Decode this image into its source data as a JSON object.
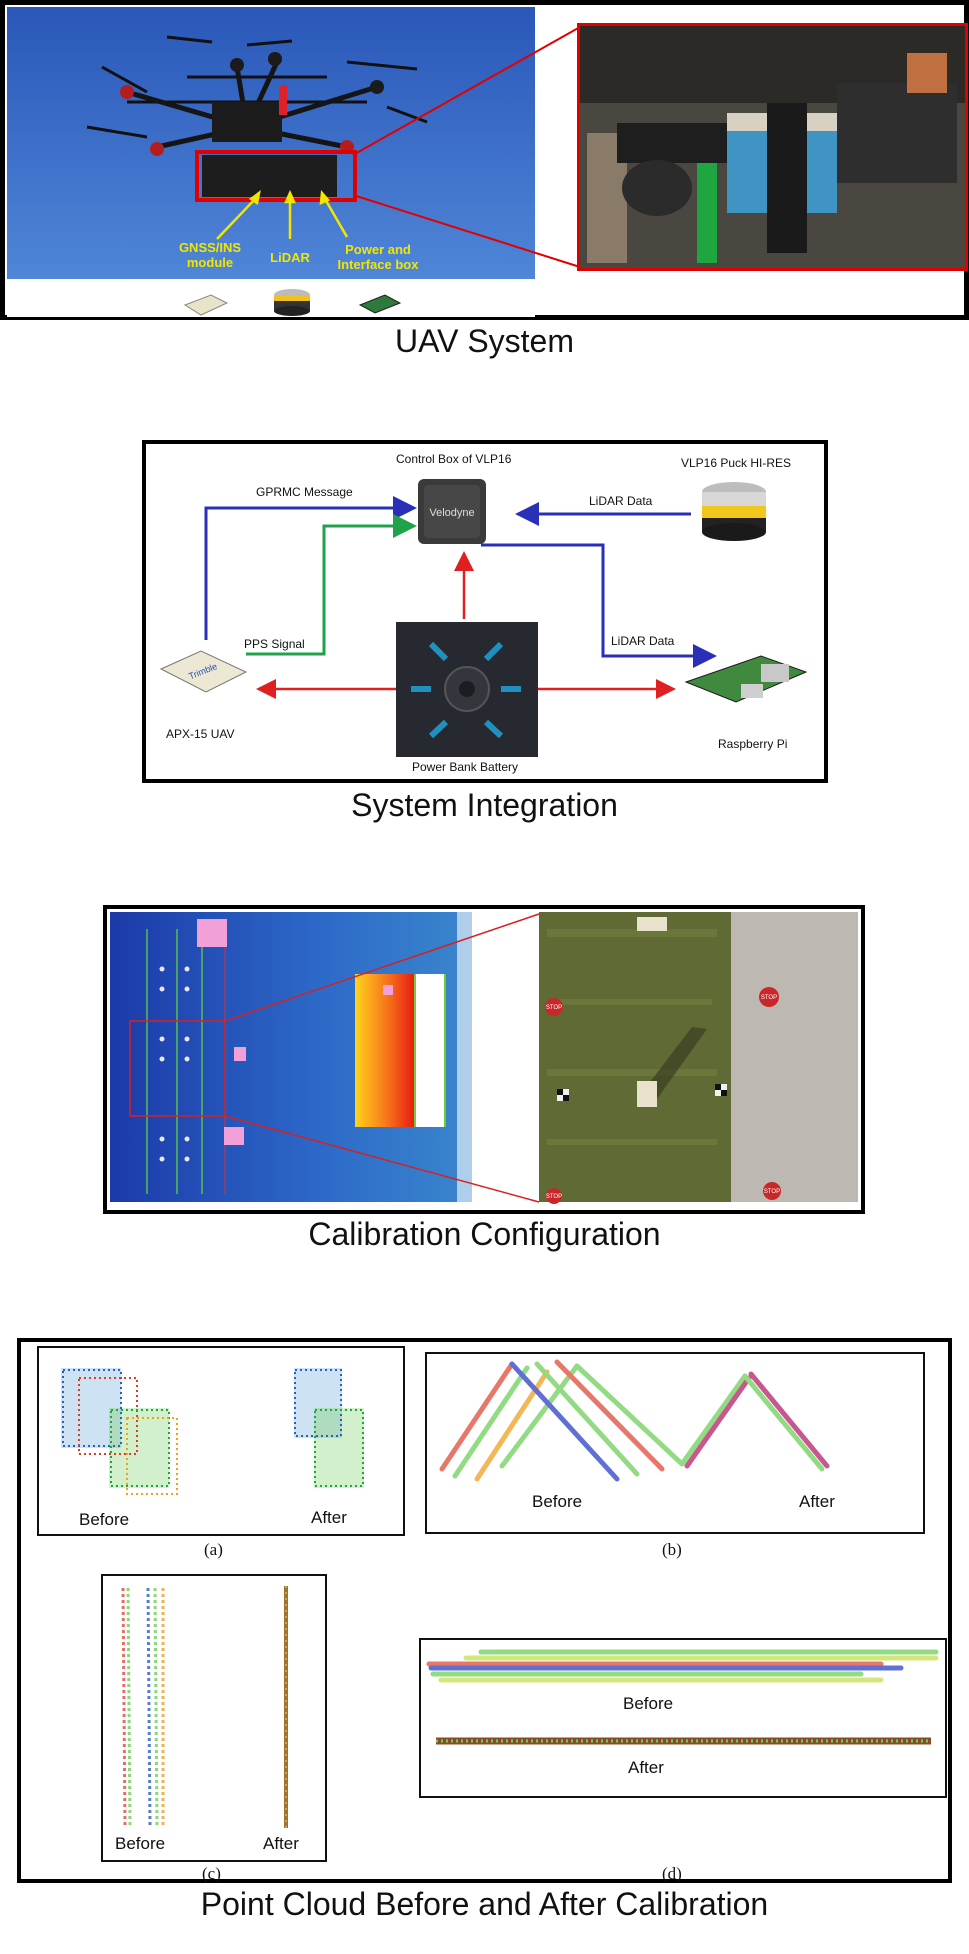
{
  "uav": {
    "caption": "UAV System",
    "labels": {
      "gnss": "GNSS/INS\nmodule",
      "lidar": "LiDAR",
      "power": "Power and\nInterface box"
    }
  },
  "integration": {
    "caption": "System Integration",
    "control_box_title": "Control Box of VLP16",
    "control_box_brand": "Velodyne",
    "vlp16_title": "VLP16 Puck HI-RES",
    "gprmc": "GPRMC Message",
    "lidar_data_in": "LiDAR Data",
    "lidar_data_out": "LiDAR Data",
    "pps": "PPS Signal",
    "apx": "APX-15 UAV",
    "apx_brand": "Trimble",
    "power_bank": "Power Bank Battery",
    "raspberry": "Raspberry Pi",
    "colors": {
      "blue": "#2a2fb8",
      "green": "#1fa34a",
      "red": "#e02020"
    }
  },
  "calibration": {
    "caption": "Calibration Configuration",
    "stop": "STOP"
  },
  "pointcloud": {
    "caption": "Point Cloud Before and After Calibration",
    "before": "Before",
    "after": "After",
    "sub_a": "(a)",
    "sub_b": "(b)",
    "sub_c": "(c)",
    "sub_d": "(d)"
  }
}
